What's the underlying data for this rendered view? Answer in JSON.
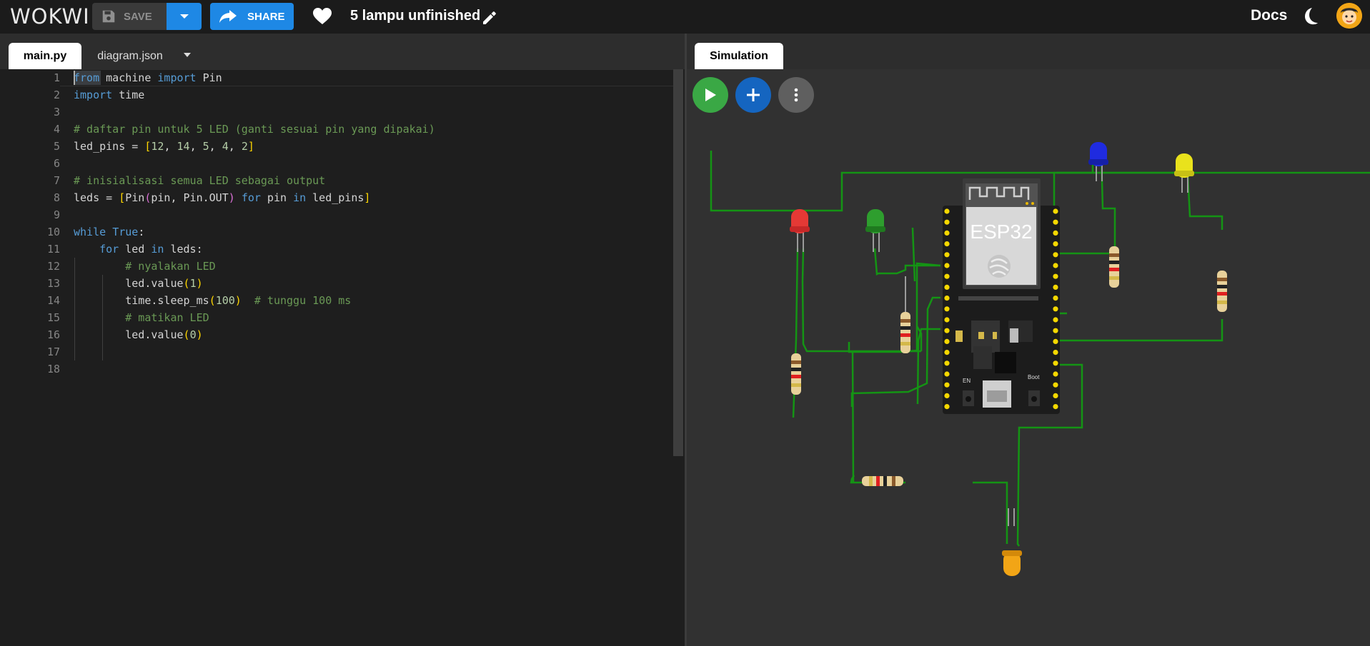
{
  "header": {
    "logo": "WOKWI",
    "save_label": "SAVE",
    "share_label": "SHARE",
    "project_title": "5 lampu unfinished",
    "docs_label": "Docs"
  },
  "editor": {
    "tabs": [
      {
        "label": "main.py",
        "active": true
      },
      {
        "label": "diagram.json",
        "active": false
      }
    ],
    "lines": [
      {
        "n": "1",
        "text": "from machine import Pin"
      },
      {
        "n": "2",
        "text": "import time"
      },
      {
        "n": "3",
        "text": ""
      },
      {
        "n": "4",
        "text": "# daftar pin untuk 5 LED (ganti sesuai pin yang dipakai)"
      },
      {
        "n": "5",
        "text": "led_pins = [12, 14, 5, 4, 2]"
      },
      {
        "n": "6",
        "text": ""
      },
      {
        "n": "7",
        "text": "# inisialisasi semua LED sebagai output"
      },
      {
        "n": "8",
        "text": "leds = [Pin(pin, Pin.OUT) for pin in led_pins]"
      },
      {
        "n": "9",
        "text": ""
      },
      {
        "n": "10",
        "text": "while True:"
      },
      {
        "n": "11",
        "text": "    for led in leds:"
      },
      {
        "n": "12",
        "text": "        # nyalakan LED"
      },
      {
        "n": "13",
        "text": "        led.value(1)"
      },
      {
        "n": "14",
        "text": "        time.sleep_ms(100)  # tunggu 100 ms"
      },
      {
        "n": "15",
        "text": "        # matikan LED"
      },
      {
        "n": "16",
        "text": "        led.value(0)"
      },
      {
        "n": "17",
        "text": ""
      },
      {
        "n": "18",
        "text": ""
      }
    ]
  },
  "simulation": {
    "tab_label": "Simulation",
    "board_label": "ESP32",
    "boot_label": "Boot",
    "en_label": "EN",
    "led_colors": {
      "red": "#e53935",
      "green": "#2e9e2e",
      "blue": "#1f2be0",
      "yellow": "#e9e21c",
      "orange": "#f2a516"
    },
    "wire_color": "#149414"
  },
  "colors": {
    "accent": "#1e88e5",
    "play": "#3aa845",
    "add": "#1565c0",
    "more": "#5f5f5f"
  }
}
